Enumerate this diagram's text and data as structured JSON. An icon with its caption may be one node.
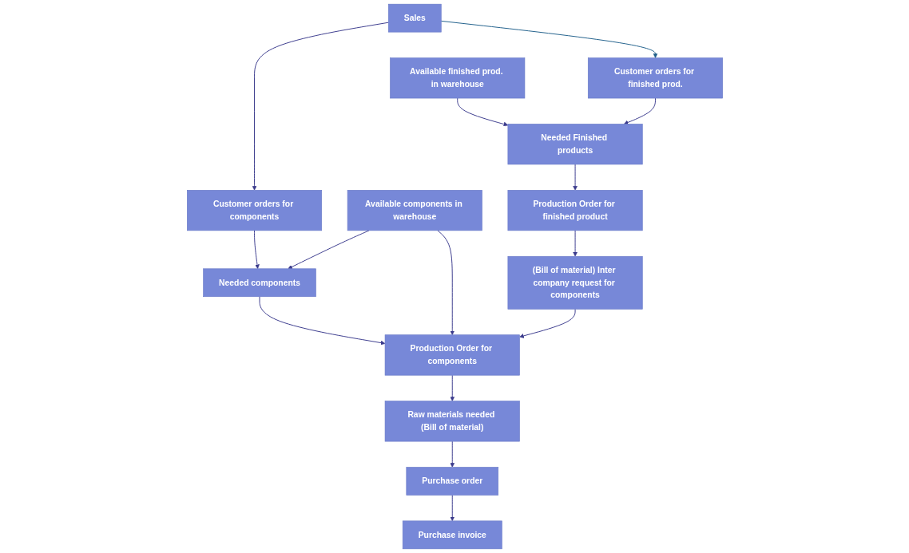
{
  "diagram": {
    "nodes": [
      {
        "text": [
          "Sales"
        ]
      },
      {
        "text": [
          "Customer orders for components"
        ]
      },
      {
        "text": [
          "Available components in warehouse"
        ]
      },
      {
        "text": [
          "Customer orders for finished prod."
        ]
      },
      {
        "text": [
          "Available finished prod. in warehouse"
        ]
      },
      {
        "text": [
          "Needed components"
        ]
      },
      {
        "text": [
          "Needed Finished products"
        ]
      },
      {
        "text": [
          "Production Order for finished product"
        ]
      },
      {
        "text": [
          "Production Order for components"
        ]
      },
      {
        "text": [
          "(Bill of material) Inter company request for components"
        ]
      },
      {
        "text": [
          "Raw materials needed (Bill of material)"
        ]
      },
      {
        "text": [
          "Purchase order"
        ]
      },
      {
        "text": [
          "Purchase invoice"
        ]
      }
    ],
    "edges": [
      {
        "from": 0,
        "to": 1,
        "arrow": "to"
      },
      {
        "from": 0,
        "to": 3,
        "arrow": "to",
        "color": "#1f5f8a"
      },
      {
        "from": 1,
        "to": 5,
        "arrow": "to"
      },
      {
        "from": 2,
        "to": 5,
        "arrow": "to"
      },
      {
        "from": 2,
        "to": 8,
        "arrow": "to"
      },
      {
        "from": 3,
        "to": 6,
        "arrow": "to"
      },
      {
        "from": 4,
        "to": 6,
        "arrow": "to"
      },
      {
        "from": 5,
        "to": 8,
        "arrow": "to"
      },
      {
        "from": 6,
        "to": 7,
        "arrow": "to"
      },
      {
        "from": 7,
        "to": 9,
        "arrow": "to"
      },
      {
        "from": 9,
        "to": 8,
        "arrow": "to"
      },
      {
        "from": 8,
        "to": 10,
        "arrow": "to"
      },
      {
        "from": 10,
        "to": 11,
        "arrow": "to"
      },
      {
        "from": 11,
        "to": 12,
        "arrow": "to"
      }
    ]
  }
}
